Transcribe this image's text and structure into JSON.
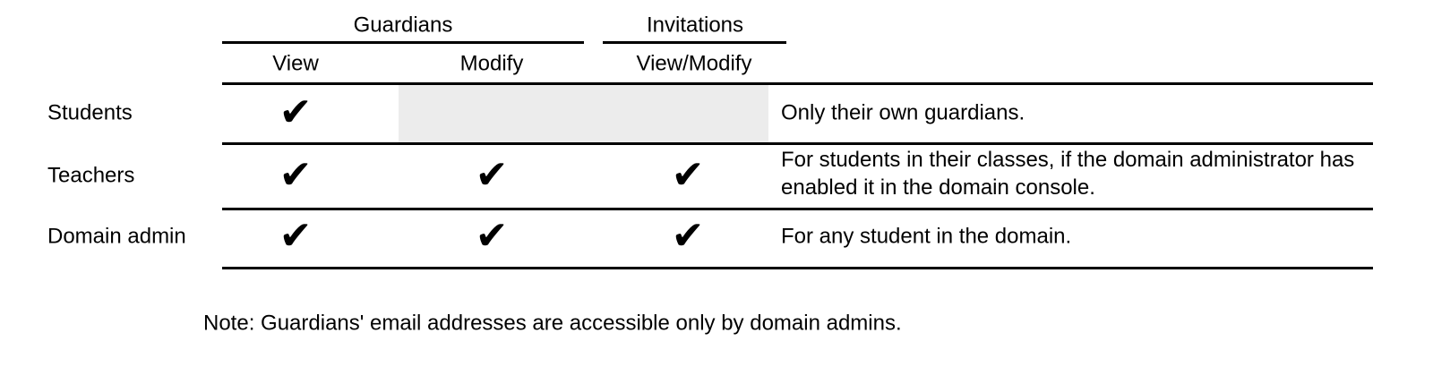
{
  "table": {
    "check_glyph": "✔",
    "column_groups": [
      {
        "label": "Guardians",
        "columns": [
          "View",
          "Modify"
        ]
      },
      {
        "label": "Invitations",
        "columns": [
          "View/Modify"
        ]
      }
    ],
    "columns": [
      "View",
      "Modify",
      "View/Modify"
    ],
    "rows": [
      {
        "label": "Students",
        "view": true,
        "modify": false,
        "view_modify": false,
        "note": "Only their own guardians."
      },
      {
        "label": "Teachers",
        "view": true,
        "modify": true,
        "view_modify": true,
        "note": "For students in their classes, if the domain administrator has enabled it in the domain console."
      },
      {
        "label": "Domain admin",
        "view": true,
        "modify": true,
        "view_modify": true,
        "note": "For any student in the domain."
      }
    ]
  },
  "footnote": "Note: Guardians' email addresses are accessible only by domain admins.",
  "colors": {
    "text": "#000000",
    "rule": "#000000",
    "disabled_cell_bg": "#ececec"
  }
}
